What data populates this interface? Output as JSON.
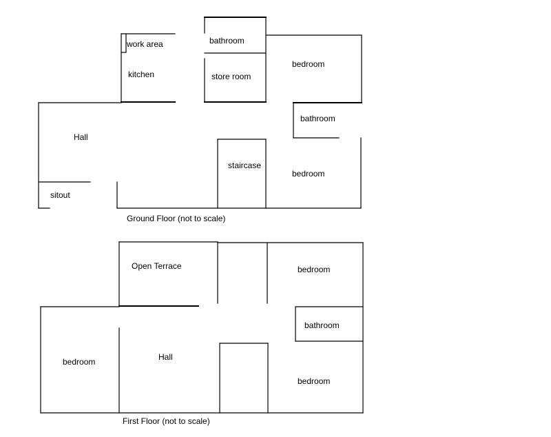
{
  "ground_floor": {
    "caption": "Ground Floor (not to scale)",
    "rooms": {
      "work_area": "work area",
      "kitchen": "kitchen",
      "bathroom_top": "bathroom",
      "store_room": "store room",
      "bedroom_top": "bedroom",
      "bathroom_right": "bathroom",
      "hall": "Hall",
      "staircase": "staircase",
      "bedroom_bottom": "bedroom",
      "sitout": "sitout"
    }
  },
  "first_floor": {
    "caption": "First Floor (not to scale)",
    "rooms": {
      "open_terrace": "Open Terrace",
      "bedroom_top": "bedroom",
      "bathroom": "bathroom",
      "bedroom_left": "bedroom",
      "hall": "Hall",
      "bedroom_bottom": "bedroom"
    }
  }
}
